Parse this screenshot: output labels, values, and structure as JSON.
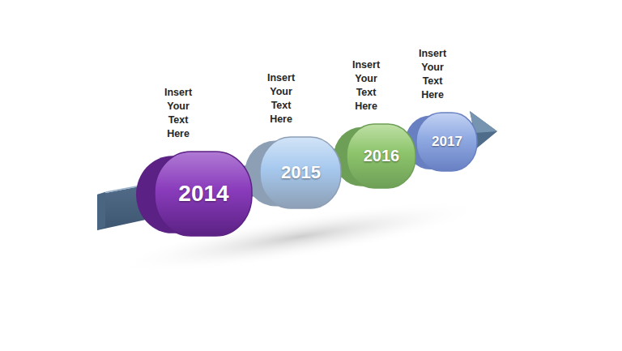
{
  "diagram": {
    "nodes": [
      {
        "text": [
          "Insert Your Text Here",
          "2014"
        ]
      },
      {
        "text": [
          "Insert Your Text Here",
          "2015"
        ]
      },
      {
        "text": [
          "Insert Your Text Here",
          "2016"
        ]
      },
      {
        "text": [
          "Insert Your Text Here",
          "2017"
        ]
      }
    ]
  }
}
